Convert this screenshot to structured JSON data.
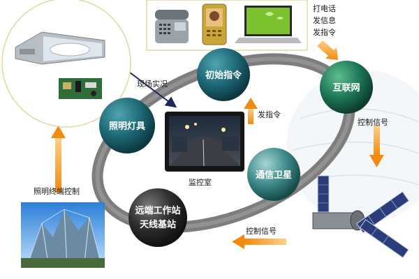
{
  "nodes": {
    "lighting": "照明灯具",
    "initial_command": "初始指令",
    "internet": "互联网",
    "satellite": "通信卫星",
    "remote_station_line1": "远端工作站",
    "remote_station_line2": "天线基站"
  },
  "labels": {
    "onsite_live": "现场实况",
    "send_command": "发指令",
    "monitor_room": "监控室",
    "control_signal_right": "控制信号",
    "control_signal_bottom": "控制信号",
    "terminal_control": "照明终端控制",
    "devices_actions": [
      "打电话",
      "发信息",
      "发指令"
    ]
  },
  "colors": {
    "node_fill": "#1e6a78",
    "node_dark": "#11424c",
    "arrow_orange": "#f39a1d",
    "ring": "#8a8a8a"
  }
}
